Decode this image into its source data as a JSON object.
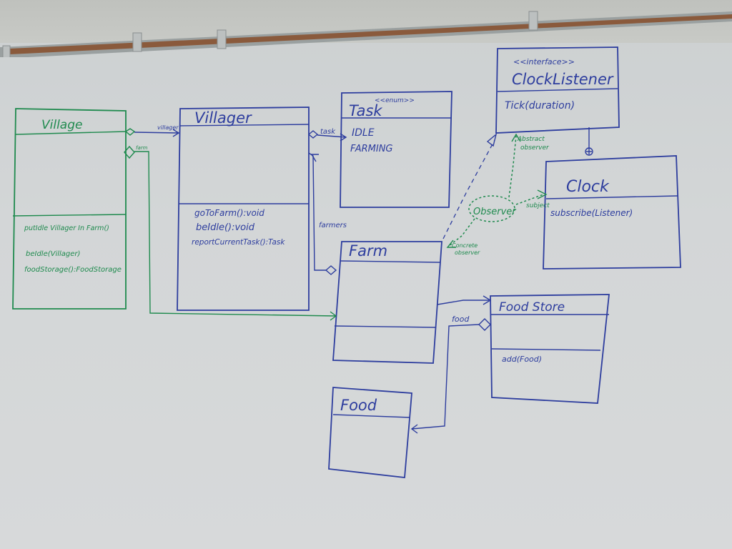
{
  "classes": {
    "village": {
      "name": "Village",
      "methods": [
        "putIdle Villager In Farm()",
        "beIdle(Villager)",
        "foodStorage():FoodStorage"
      ]
    },
    "villager": {
      "name": "Villager",
      "methods": [
        "goToFarm():void",
        "beIdle():void",
        "reportCurrentTask():Task"
      ]
    },
    "task": {
      "stereotype": "<<enum>>",
      "name": "Task",
      "values": [
        "IDLE",
        "FARMING"
      ]
    },
    "clock_listener": {
      "stereotype": "<<interface>>",
      "name": "ClockListener",
      "methods": [
        "Tick(duration)"
      ]
    },
    "clock": {
      "name": "Clock",
      "methods": [
        "subscribe(Listener)"
      ]
    },
    "farm": {
      "name": "Farm"
    },
    "food_store": {
      "name": "Food Store",
      "methods": [
        "add(Food)"
      ]
    },
    "food": {
      "name": "Food"
    }
  },
  "associations": {
    "villagers": "villager",
    "farm": "farm",
    "task": "task",
    "farmers": "farmers",
    "food": "food",
    "subject": "subject"
  },
  "notes": {
    "observer": "Observer",
    "abstract_observer": [
      "Abstract",
      "observer"
    ],
    "concrete_observer": [
      "Concrete",
      "observer"
    ]
  },
  "colors": {
    "marker_blue": "#2d3d9e",
    "marker_green": "#1f8a4e",
    "board": "#d3d6d7",
    "ledge": "#8a5a3c"
  }
}
